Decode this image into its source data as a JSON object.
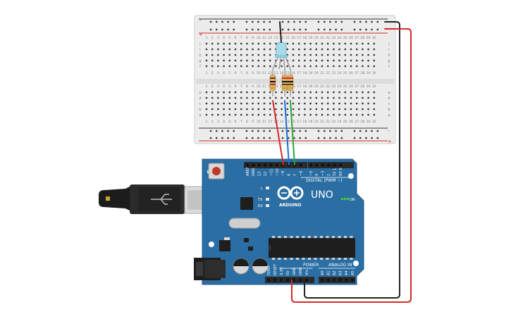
{
  "breadboard": {
    "columns": [
      "1",
      "2",
      "3",
      "4",
      "5",
      "6",
      "7",
      "8",
      "9",
      "10",
      "11",
      "12",
      "13",
      "14",
      "15",
      "16",
      "17",
      "18",
      "19",
      "20",
      "21",
      "22",
      "23",
      "24",
      "25",
      "26",
      "27",
      "28",
      "29",
      "30"
    ],
    "top_rows": [
      "j",
      "i",
      "h",
      "g",
      "f"
    ],
    "bottom_rows": [
      "e",
      "d",
      "c",
      "b",
      "a"
    ],
    "rail_plus": "+",
    "rail_minus": "-"
  },
  "arduino": {
    "brand": "ARDUINO",
    "model": "UNO",
    "digital_label": "DIGITAL (PWM ~)",
    "power_label": "POWER",
    "analog_label": "ANALOG IN",
    "on_label": "ON",
    "l_label": "L",
    "tx_label": "TX",
    "rx_label": "RX",
    "digital_pins": [
      "AREF",
      "GND",
      "13",
      "12",
      "~11",
      "~10",
      "~9",
      "8",
      "7",
      "~6",
      "~5",
      "4",
      "~3",
      "2",
      "TX 1",
      "RX 0"
    ],
    "power_pins": [
      "IOREF",
      "RESET",
      "3.3V",
      "5V",
      "GND",
      "GND",
      "Vin"
    ],
    "analog_pins": [
      "A0",
      "A1",
      "A2",
      "A3",
      "A4",
      "A5"
    ]
  },
  "colors": {
    "board": "#2b6ea3",
    "breadboard": "#ececec",
    "wire_red": "#d62828",
    "wire_black": "#222222",
    "wire_blue": "#1e6fd9",
    "wire_green": "#2aa83a",
    "led": "#a9dcea"
  }
}
